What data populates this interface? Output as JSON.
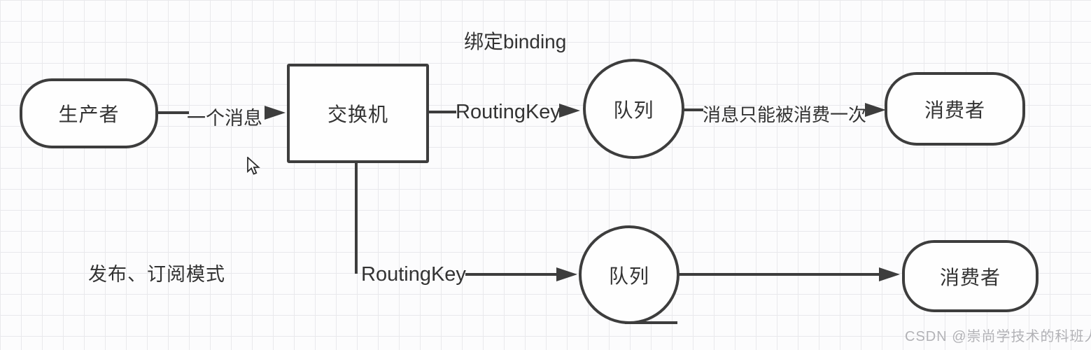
{
  "title": "绑定binding",
  "pattern_label": "发布、订阅模式",
  "watermark": "CSDN @崇尚学技术的科班人",
  "colors": {
    "stroke": "#3d3d3d",
    "text": "#333333",
    "watermark_text": "#b2b2b6",
    "background": "#fcfcfd",
    "grid_line": "#e9e9ec",
    "node_fill": "#fefefe"
  },
  "nodes": {
    "producer": {
      "label": "生产者",
      "shape": "stadium"
    },
    "exchange": {
      "label": "交换机",
      "shape": "rectangle"
    },
    "queue_top": {
      "label": "队列",
      "shape": "circle"
    },
    "consumer_top": {
      "label": "消费者",
      "shape": "stadium"
    },
    "queue_bottom": {
      "label": "队列",
      "shape": "circle"
    },
    "consumer_bottom": {
      "label": "消费者",
      "shape": "stadium"
    }
  },
  "edges": {
    "producer_to_exchange": {
      "label": "一个消息"
    },
    "exchange_to_queue_top": {
      "label": "RoutingKey"
    },
    "queue_top_to_consumer_top": {
      "label": "消息只能被消费一次"
    },
    "exchange_to_queue_bottom": {
      "label": "RoutingKey"
    },
    "queue_bottom_to_consumer_bottom": {
      "label": ""
    }
  }
}
